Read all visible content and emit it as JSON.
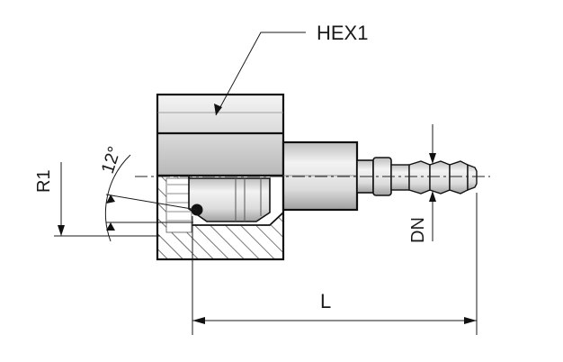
{
  "labels": {
    "hex": "HEX1",
    "thread": "R1",
    "angle": "12°",
    "bore": "DN",
    "length": "L"
  },
  "colors": {
    "line": "#111111",
    "metal_light": "#f2f2f2",
    "metal_mid": "#cfcfcf",
    "metal_dark": "#9a9a9a"
  }
}
